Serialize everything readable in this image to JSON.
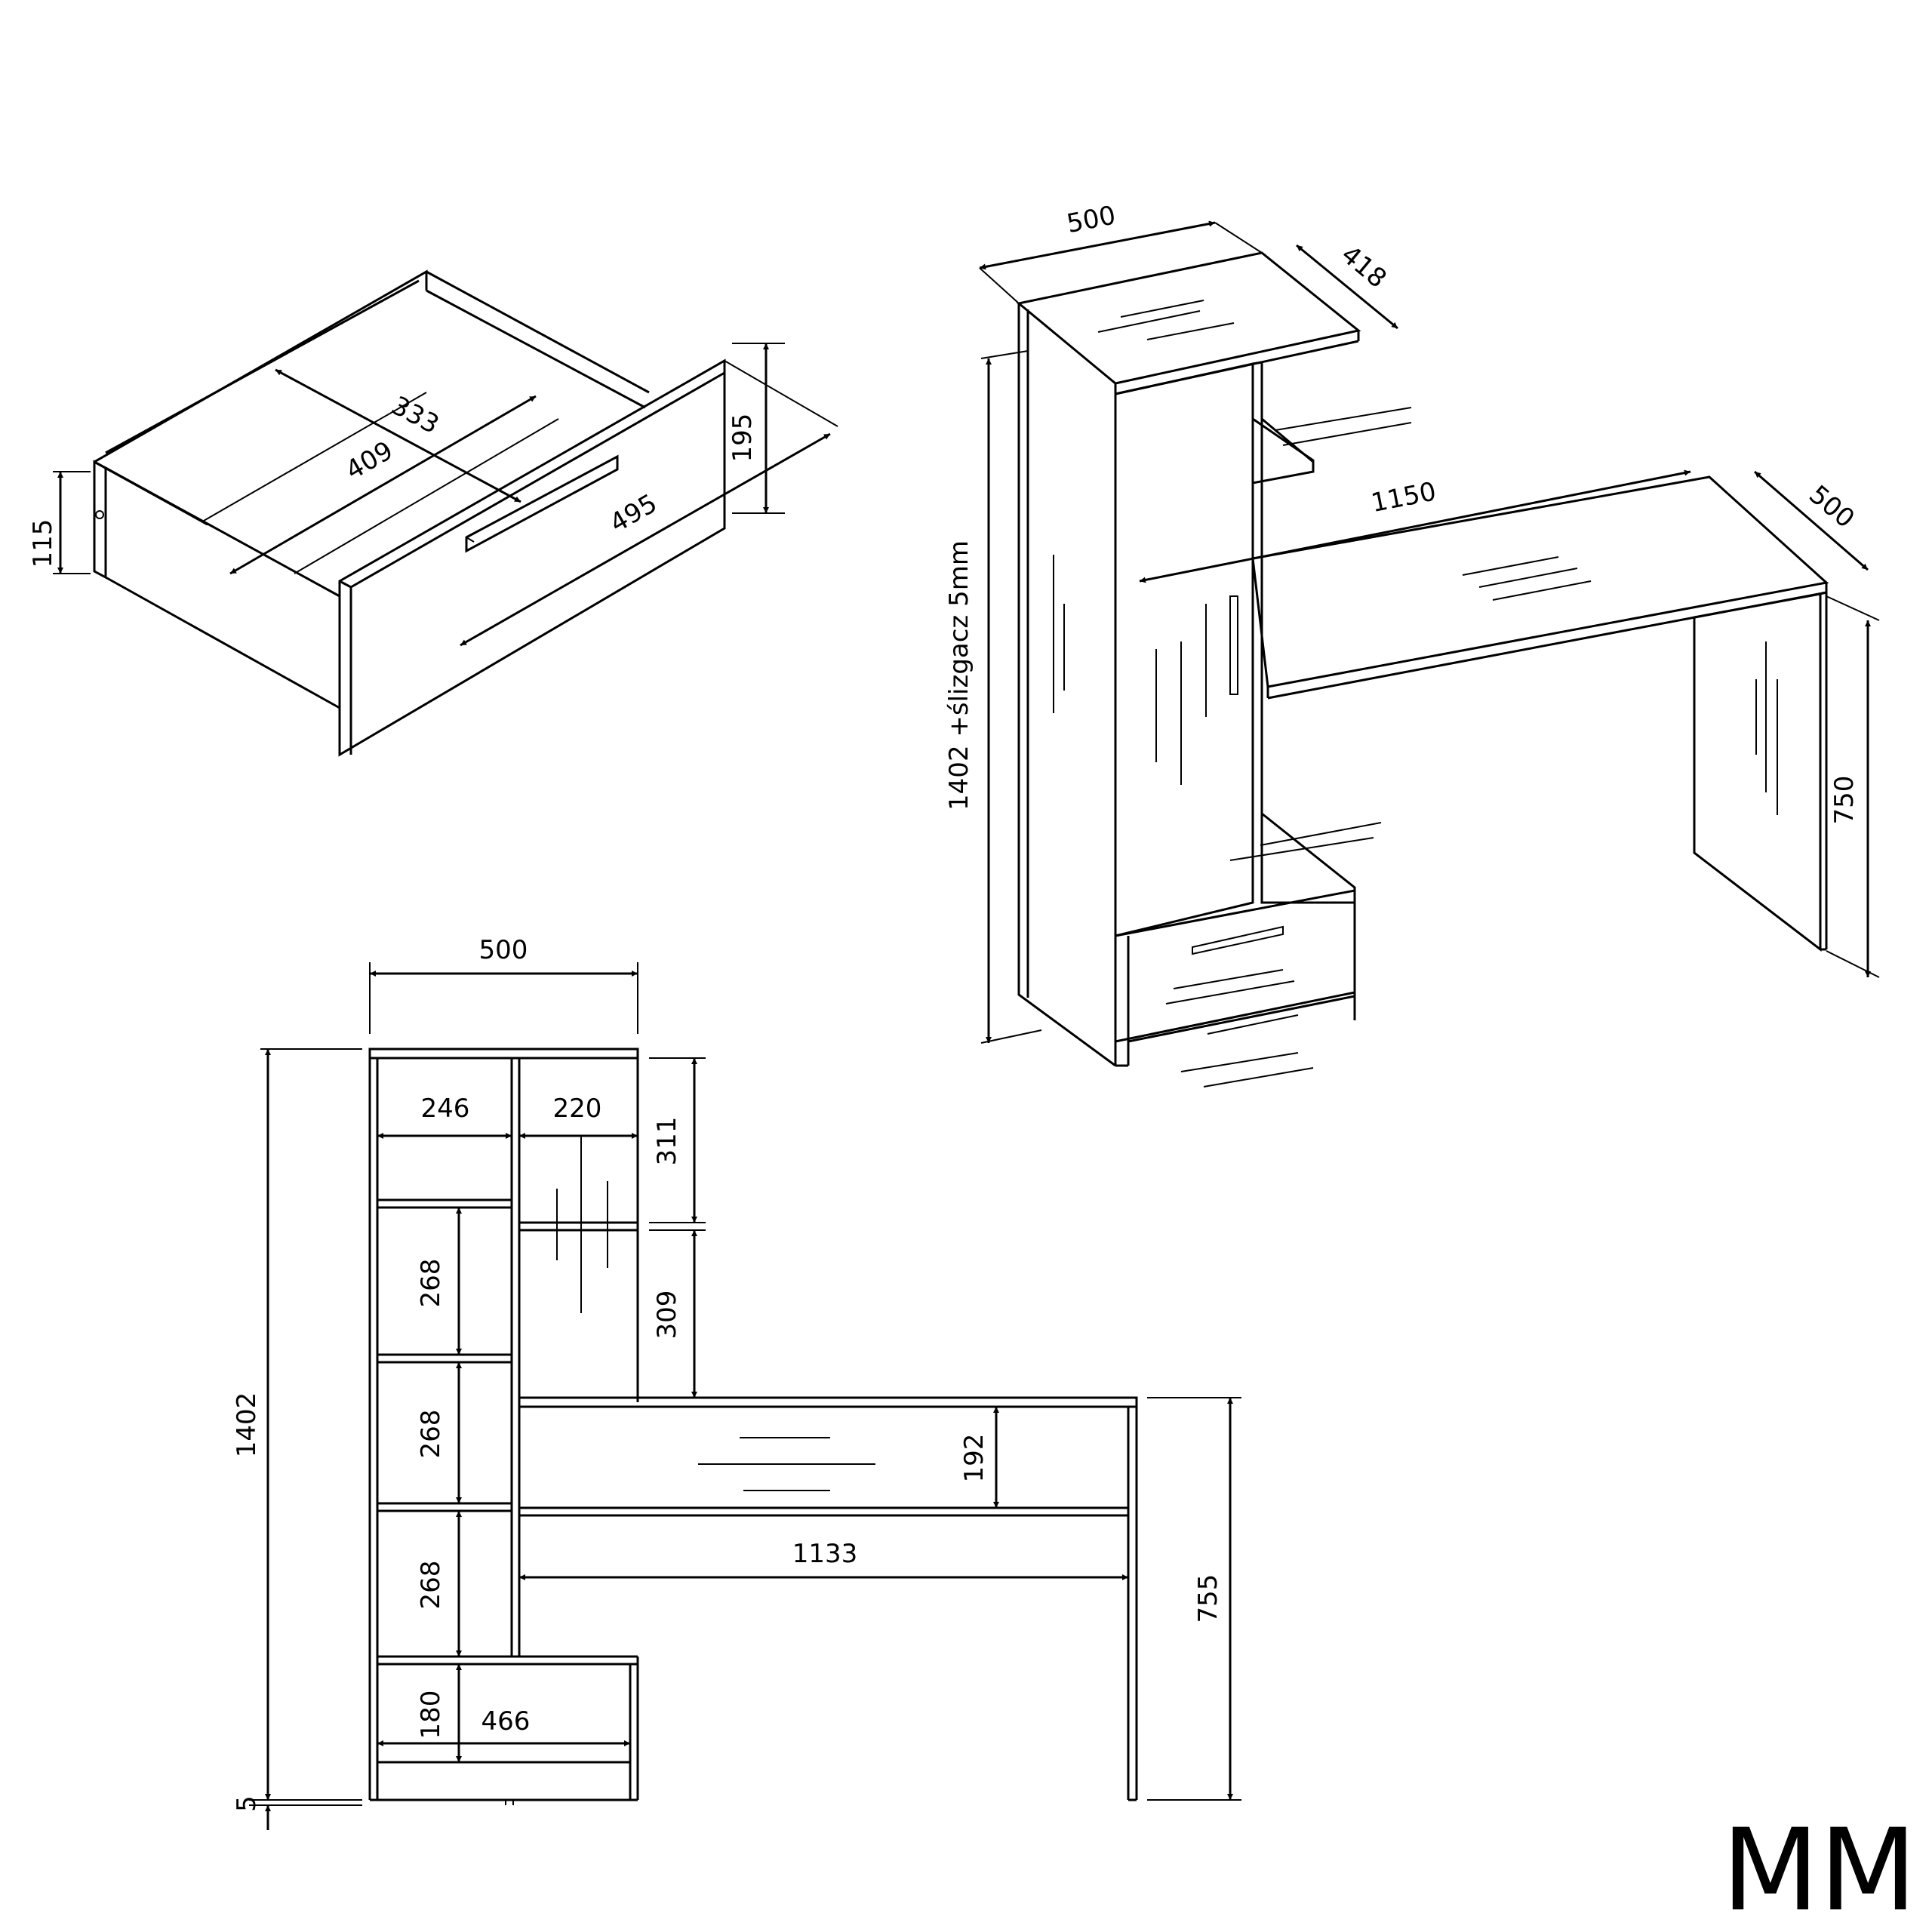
{
  "brand": "MM",
  "drawer": {
    "height": "115",
    "front_height": "195",
    "inner_width": "333",
    "inner_depth": "409",
    "front_width": "495"
  },
  "isometric": {
    "top_width": "500",
    "top_depth": "418",
    "desk_length": "1150",
    "desk_depth": "500",
    "height": "1402  +ślizgacz 5mm",
    "desk_height": "750"
  },
  "front": {
    "width": "500",
    "left_inner": "246",
    "right_inner": "220",
    "upper_shelf": "311",
    "middle_shelf": "309",
    "shelf_1": "268",
    "shelf_2": "268",
    "shelf_3": "268",
    "drawer_height": "180",
    "drawer_width": "466",
    "total_height": "1402",
    "glide": "5",
    "desk_panel": "192",
    "desk_inner": "1133",
    "desk_height": "755"
  }
}
